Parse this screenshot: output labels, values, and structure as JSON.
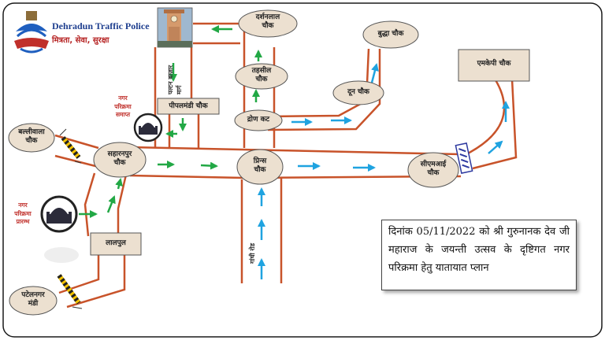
{
  "header": {
    "title": "Dehradun Traffic Police",
    "motto": "मित्रता, सेवा, सुरक्षा",
    "emblem_icon": "police-emblem-icon"
  },
  "nodes": {
    "darshanlal": "दर्शनलाल\nचौक",
    "tehsil": "तहसील\nचौक",
    "drone": "द्रोण कट",
    "budha": "बुद्धा चौक",
    "doon": "दून चौक",
    "mkp": "एमकेपी चौक",
    "pipalmandi": "पीपलमंडी चौक",
    "ballupur": "बल्लीवाला\nचौक",
    "saharanpur": "सहारनपुर\nचौक",
    "prince": "प्रिन्स\nचौक",
    "cmi": "सीएमआई\nचौक",
    "lalpul": "लालपुल",
    "patelnagar": "पटेलनगर\nमंडी"
  },
  "roads": {
    "paltan": "पल्टन बाज़ार मार्ग",
    "gandhi": "गांधी रोड"
  },
  "notes": {
    "end": "नगर\nपरिक्रमा\nसमाप्त",
    "start": "नगर\nपरिक्रमा\nप्रारम्भ"
  },
  "info": {
    "text": "दिनांक 05/11/2022 को श्री गुरुनानक देव जी महाराज के जयन्ती उत्सव के दृष्टिगत नगर परिक्रमा हेतु यातायात प्लान"
  },
  "icons": {
    "clock_tower": "clock-tower-icon",
    "gurudwara": "gurudwara-icon",
    "barricade": "barricade-icon"
  },
  "colors": {
    "road": "#c8532a",
    "node_fill": "#ece0d0",
    "arrow_blue": "#1fa3e0",
    "arrow_green": "#22a845",
    "frame": "#1a1a1a"
  }
}
